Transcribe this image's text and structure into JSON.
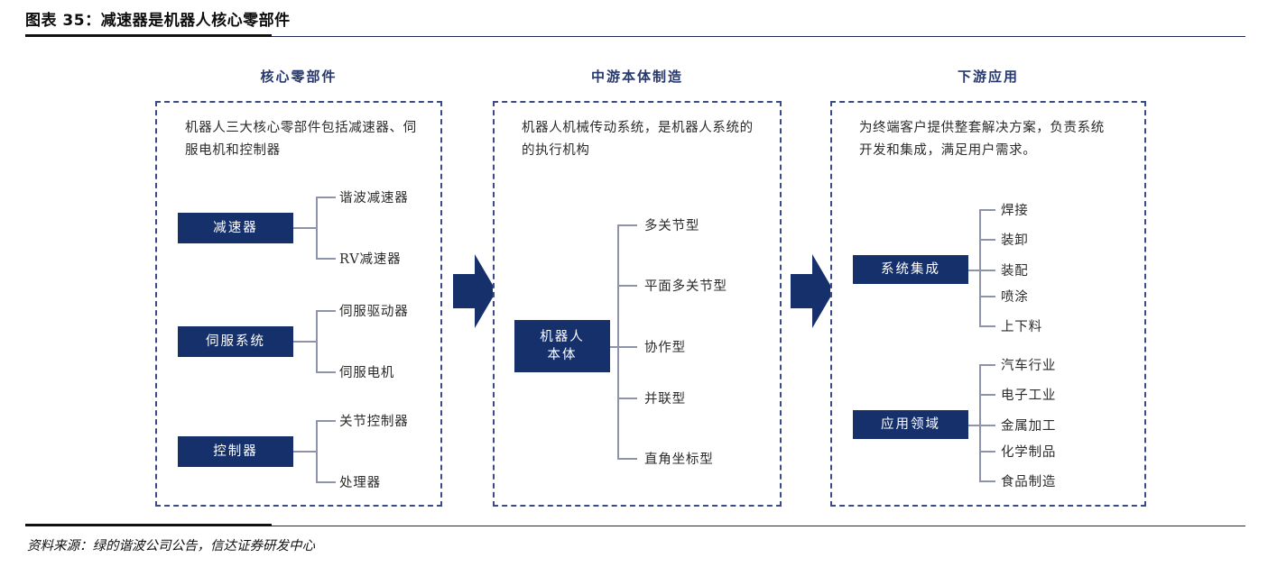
{
  "header": {
    "figure_title": "图表 35：减速器是机器人核心零部件"
  },
  "footer": {
    "source": "资料来源：绿的谐波公司公告，信达证券研发中心"
  },
  "columns": [
    {
      "id": "upstream",
      "heading": "核心零部件",
      "description": "机器人三大核心零部件包括减速器、伺服电机和控制器",
      "groups": [
        {
          "label": "减速器",
          "children": [
            "谐波减速器",
            "RV减速器"
          ]
        },
        {
          "label": "伺服系统",
          "children": [
            "伺服驱动器",
            "伺服电机"
          ]
        },
        {
          "label": "控制器",
          "children": [
            "关节控制器",
            "处理器"
          ]
        }
      ]
    },
    {
      "id": "midstream",
      "heading": "中游本体制造",
      "description": "机器人机械传动系统，是机器人系统的的执行机构",
      "groups": [
        {
          "label": "机器人\n本体",
          "label_line1": "机器人",
          "label_line2": "本体",
          "children": [
            "多关节型",
            "平面多关节型",
            "协作型",
            "并联型",
            "直角坐标型"
          ]
        }
      ]
    },
    {
      "id": "downstream",
      "heading": "下游应用",
      "description": "为终端客户提供整套解决方案，负责系统开发和集成，满足用户需求。",
      "groups": [
        {
          "label": "系统集成",
          "children": [
            "焊接",
            "装卸",
            "装配",
            "喷涂",
            "上下料"
          ]
        },
        {
          "label": "应用领域",
          "children": [
            "汽车行业",
            "电子工业",
            "金属加工",
            "化学制品",
            "食品制造"
          ]
        }
      ]
    }
  ],
  "arrows": [
    {
      "name": "arrow-upstream-to-midstream"
    },
    {
      "name": "arrow-midstream-to-downstream"
    }
  ],
  "colors": {
    "navy_box": "#16306b",
    "dashed_border": "#3a4a86",
    "heading": "#26386e",
    "connector": "#8e93aa",
    "rule": "#1b2a52"
  }
}
